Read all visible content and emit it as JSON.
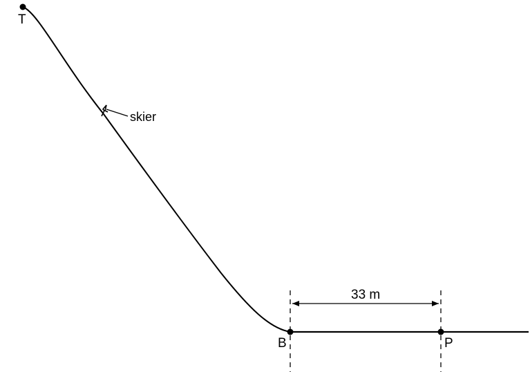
{
  "diagram": {
    "points": {
      "top": "T",
      "bottom": "B",
      "point_p": "P"
    },
    "skier_label": "skier",
    "distance_label": "33 m"
  }
}
